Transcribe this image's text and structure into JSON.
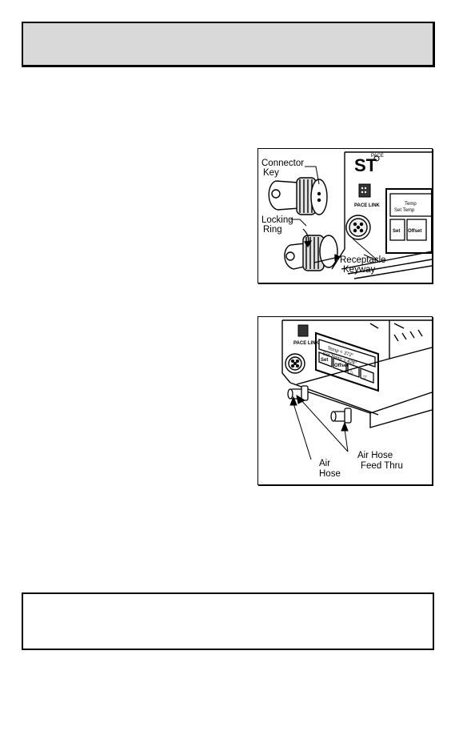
{
  "figure1": {
    "labels": {
      "connector_key_line1": "Connector",
      "connector_key_line2": "Key",
      "locking_ring_line1": "Locking",
      "locking_ring_line2": "Ring",
      "receptacle_keyway_line1": "Receptacle",
      "receptacle_keyway_line2": "Keyway"
    },
    "panel": {
      "brand_letters": "ST",
      "link_text": "PACE LINK",
      "display_line1": "Temp",
      "display_line2": "Set Temp",
      "set_button": "Set",
      "offset_button": "Offset"
    }
  },
  "figure2": {
    "labels": {
      "air_hose_line1": "Air",
      "air_hose_line2": "Hose",
      "feed_thru_line1": "Air Hose",
      "feed_thru_line2": "Feed Thru"
    },
    "panel": {
      "link_text": "PACE LINK",
      "display_line1": "Temp = 372°",
      "display_line2": "Set Temp = 426°",
      "set_button": "Set",
      "offset_button": "Offset",
      "up_symbol": "△",
      "down_symbol": "▽"
    }
  }
}
